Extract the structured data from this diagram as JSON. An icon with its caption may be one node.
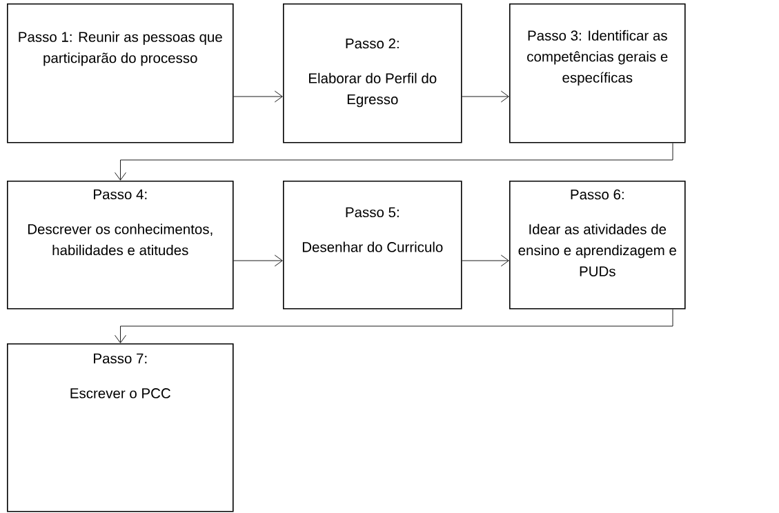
{
  "diagram": {
    "nodes": [
      {
        "text": [
          "Passo 1: Reunir as pessoas que participarão do processo"
        ]
      },
      {
        "text": [
          "Passo 2:",
          "Elaborar do Perfil do Egresso"
        ]
      },
      {
        "text": [
          "Passo 3: Identificar as competências gerais e específicas"
        ]
      },
      {
        "text": [
          "Passo 4:",
          "Descrever os conhecimentos, habilidades e atitudes"
        ]
      },
      {
        "text": [
          "Passo 5:",
          "Desenhar do Curriculo"
        ]
      },
      {
        "text": [
          "Passo 6:",
          "Idear as atividades de ensino e aprendizagem e PUDs"
        ]
      },
      {
        "text": [
          "Passo 7:",
          "Escrever o PCC"
        ]
      }
    ],
    "edges": [
      {
        "from": 0,
        "to": 1,
        "arrow": "to"
      },
      {
        "from": 1,
        "to": 2,
        "arrow": "to"
      },
      {
        "from": 2,
        "to": 3,
        "arrow": "to"
      },
      {
        "from": 3,
        "to": 4,
        "arrow": "to"
      },
      {
        "from": 4,
        "to": 5,
        "arrow": "to"
      },
      {
        "from": 5,
        "to": 6,
        "arrow": "to"
      }
    ]
  }
}
